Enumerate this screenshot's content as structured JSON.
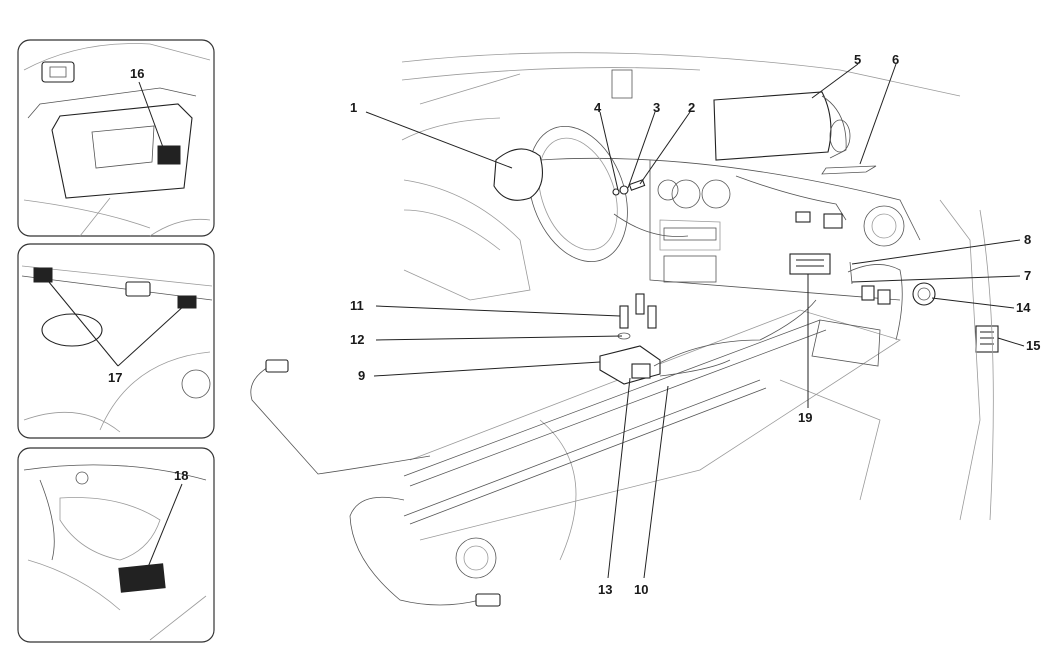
{
  "callouts": [
    {
      "label": "1"
    },
    {
      "label": "2"
    },
    {
      "label": "3"
    },
    {
      "label": "4"
    },
    {
      "label": "5"
    },
    {
      "label": "6"
    },
    {
      "label": "7"
    },
    {
      "label": "8"
    },
    {
      "label": "9"
    },
    {
      "label": "10"
    },
    {
      "label": "11"
    },
    {
      "label": "12"
    },
    {
      "label": "13"
    },
    {
      "label": "14"
    },
    {
      "label": "15"
    },
    {
      "label": "16"
    },
    {
      "label": "17"
    },
    {
      "label": "18"
    },
    {
      "label": "19"
    }
  ],
  "icons": {
    "inset_top": "sun-visor-label-inset",
    "inset_middle": "roof-labels-inset",
    "inset_bottom": "hood-label-inset",
    "main": "airbag-system-exploded-view"
  }
}
